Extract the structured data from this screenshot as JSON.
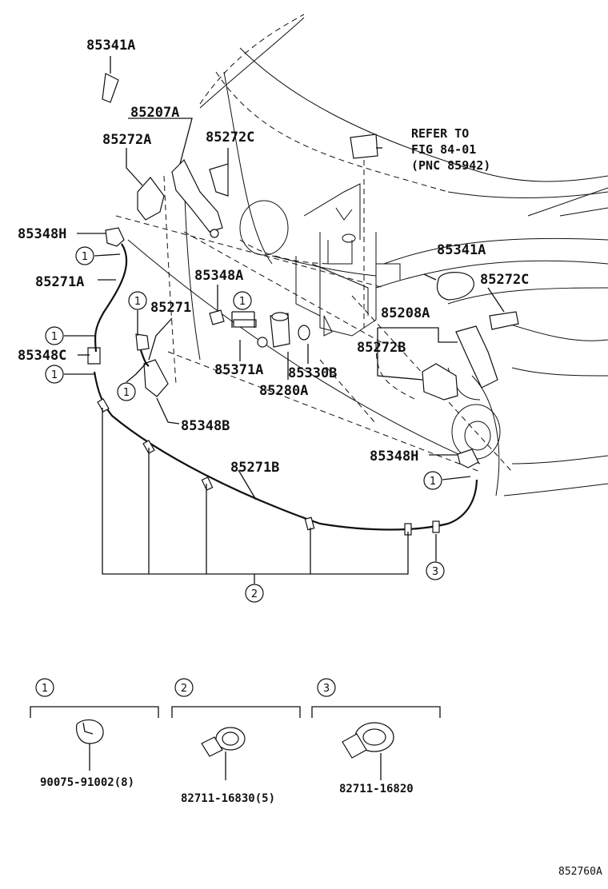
{
  "labels": {
    "p85341A_top": "85341A",
    "p85207A": "85207A",
    "p85272A": "85272A",
    "p85272C_top": "85272C",
    "p85348H_left": "85348H",
    "p85271A": "85271A",
    "p85348C": "85348C",
    "p85271": "85271",
    "p85348A": "85348A",
    "p85371A": "85371A",
    "p85330B": "85330B",
    "p85280A": "85280A",
    "p85348B": "85348B",
    "p85271B": "85271B",
    "p85341A_right": "85341A",
    "p85272C_right": "85272C",
    "p85208A": "85208A",
    "p85272B": "85272B",
    "p85348H_right": "85348H"
  },
  "reference": {
    "line1": "REFER TO",
    "line2": "FIG 84-01",
    "line3": "(PNC 85942)"
  },
  "callouts": {
    "c1": "1",
    "c2": "2",
    "c3": "3"
  },
  "legend": [
    {
      "number": "1",
      "part": "90075-91002(8)"
    },
    {
      "number": "2",
      "part": "82711-16830(5)"
    },
    {
      "number": "3",
      "part": "82711-16820"
    }
  ],
  "figure_id": "852760A"
}
